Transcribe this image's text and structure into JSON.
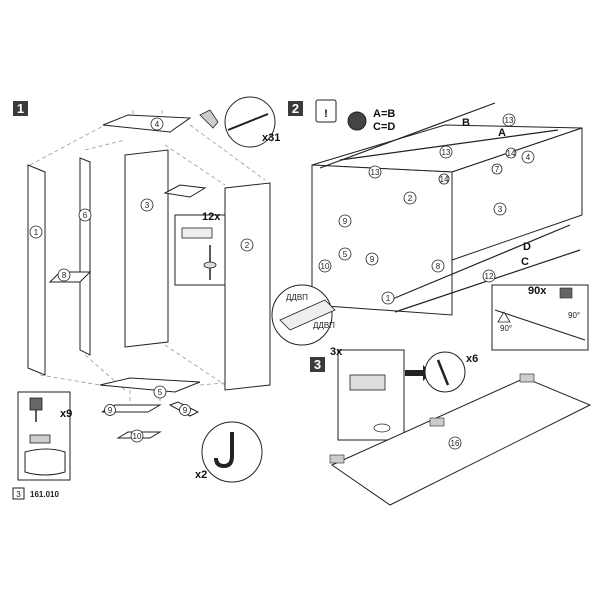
{
  "steps": [
    {
      "number": "1"
    },
    {
      "number": "2"
    },
    {
      "number": "3"
    }
  ],
  "step1": {
    "screw_count": "x31",
    "connector_count": "12x",
    "hammer_count": "x9",
    "hook_count": "x2",
    "parts": [
      "1",
      "2",
      "3",
      "4",
      "5",
      "6",
      "8",
      "9",
      "9",
      "10"
    ]
  },
  "step2": {
    "check_formula_1": "A=B",
    "check_formula_2": "C=D",
    "diag_labels": [
      "A",
      "B",
      "C",
      "D"
    ],
    "parts": [
      "2",
      "3",
      "4",
      "5",
      "8",
      "9",
      "9",
      "10",
      "12",
      "13",
      "13",
      "13",
      "14",
      "14",
      "1",
      "7"
    ],
    "nail_count": "90x",
    "angle_label": "90°",
    "angle_left": "90°",
    "film_label": "ДДВП"
  },
  "step3": {
    "hinge_count": "3x",
    "screw_count": "x6",
    "part": "16"
  },
  "footer": {
    "page_number": "3",
    "code": "161.010"
  },
  "colors": {
    "badge": "#3a3a3a",
    "line": "#222222",
    "dash": "#888888"
  }
}
